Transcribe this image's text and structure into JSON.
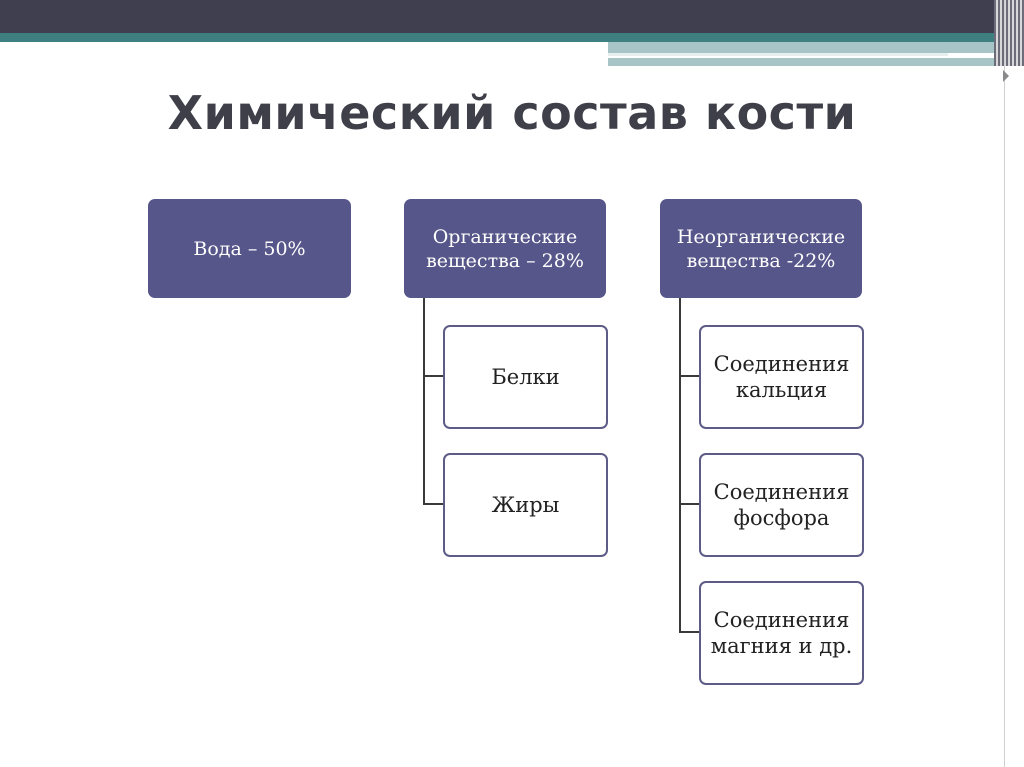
{
  "title": "Химический состав кости",
  "colors": {
    "primary_box": "#56568a",
    "sub_box_border": "#5c5c86",
    "connector": "#3a3a3a",
    "band_dark": "#3f3f4f",
    "band_teal": "#3e7f80"
  },
  "nodes": {
    "water": "Вода – 50%",
    "organic": {
      "label": "Органические вещества – 28%",
      "children": [
        "Белки",
        "Жиры"
      ]
    },
    "inorganic": {
      "label": "Неорганические вещества -22%",
      "children": [
        "Соединения кальция",
        "Соединения фосфора",
        "Соединения магния и др."
      ]
    }
  }
}
